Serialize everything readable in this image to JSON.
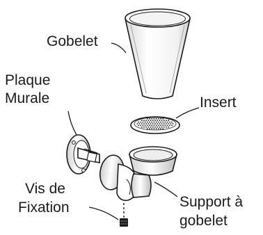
{
  "labels": {
    "gobelet": "Gobelet",
    "plaque_line1": "Plaque",
    "plaque_line2": "Murale",
    "insert": "Insert",
    "vis_line1": "Vis de",
    "vis_line2": "Fixation",
    "support_line1": "Support à",
    "support_line2": "gobelet"
  },
  "colors": {
    "line": "#1a1a1a",
    "background": "#ffffff"
  }
}
